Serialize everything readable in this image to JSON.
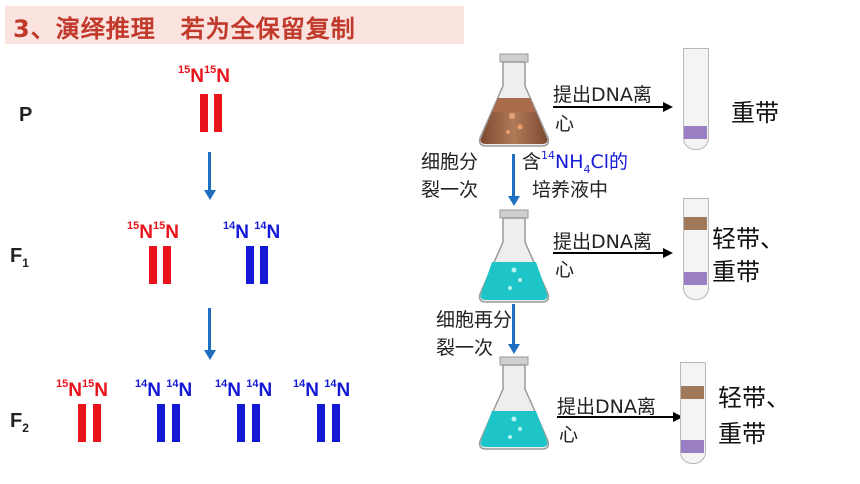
{
  "title": "3、演绎推理　若为全保留复制",
  "generations": {
    "p": "P",
    "f1": "F",
    "f1_sub": "1",
    "f2": "F",
    "f2_sub": "2"
  },
  "dna": {
    "n15_mass": "15",
    "n14_mass": "14",
    "n_symbol": "N"
  },
  "left_diagram": {
    "p_row": [
      {
        "isotope": "15N15N",
        "color": "#e8131b"
      }
    ],
    "f1_row": [
      {
        "isotope": "15N15N",
        "color": "#e8131b"
      },
      {
        "isotope": "14N14N",
        "color": "#1419d6"
      }
    ],
    "f2_row": [
      {
        "isotope": "15N15N",
        "color": "#e8131b"
      },
      {
        "isotope": "14N14N",
        "color": "#1419d6"
      },
      {
        "isotope": "14N14N",
        "color": "#1419d6"
      },
      {
        "isotope": "14N14N",
        "color": "#1419d6"
      }
    ]
  },
  "right_diagram": {
    "extract_label_1": "提出DNA离",
    "extract_label_2": "心",
    "culture_left_1": "细胞分",
    "culture_left_2": "裂一次",
    "culture_right_1a": "含",
    "culture_right_1b_mass": "14",
    "culture_right_1c": "NH",
    "culture_right_1d_sub": "4",
    "culture_right_1e": "Cl的",
    "culture_right_2": "培养液中",
    "again_1": "细胞再分",
    "again_2": "裂一次",
    "result_1": "重带",
    "result_2_line1": "轻带、",
    "result_2_line2": "重带",
    "result_3_line1": "轻带、",
    "result_3_line2": "重带"
  },
  "colors": {
    "n15": "#e8131b",
    "n14": "#1419d6",
    "arrow": "#1f6fc0",
    "heavy_band": "#9b7fc4",
    "light_band": "#a0795a",
    "flask_brown": "#9c6242",
    "flask_cyan": "#1ec5c8"
  }
}
